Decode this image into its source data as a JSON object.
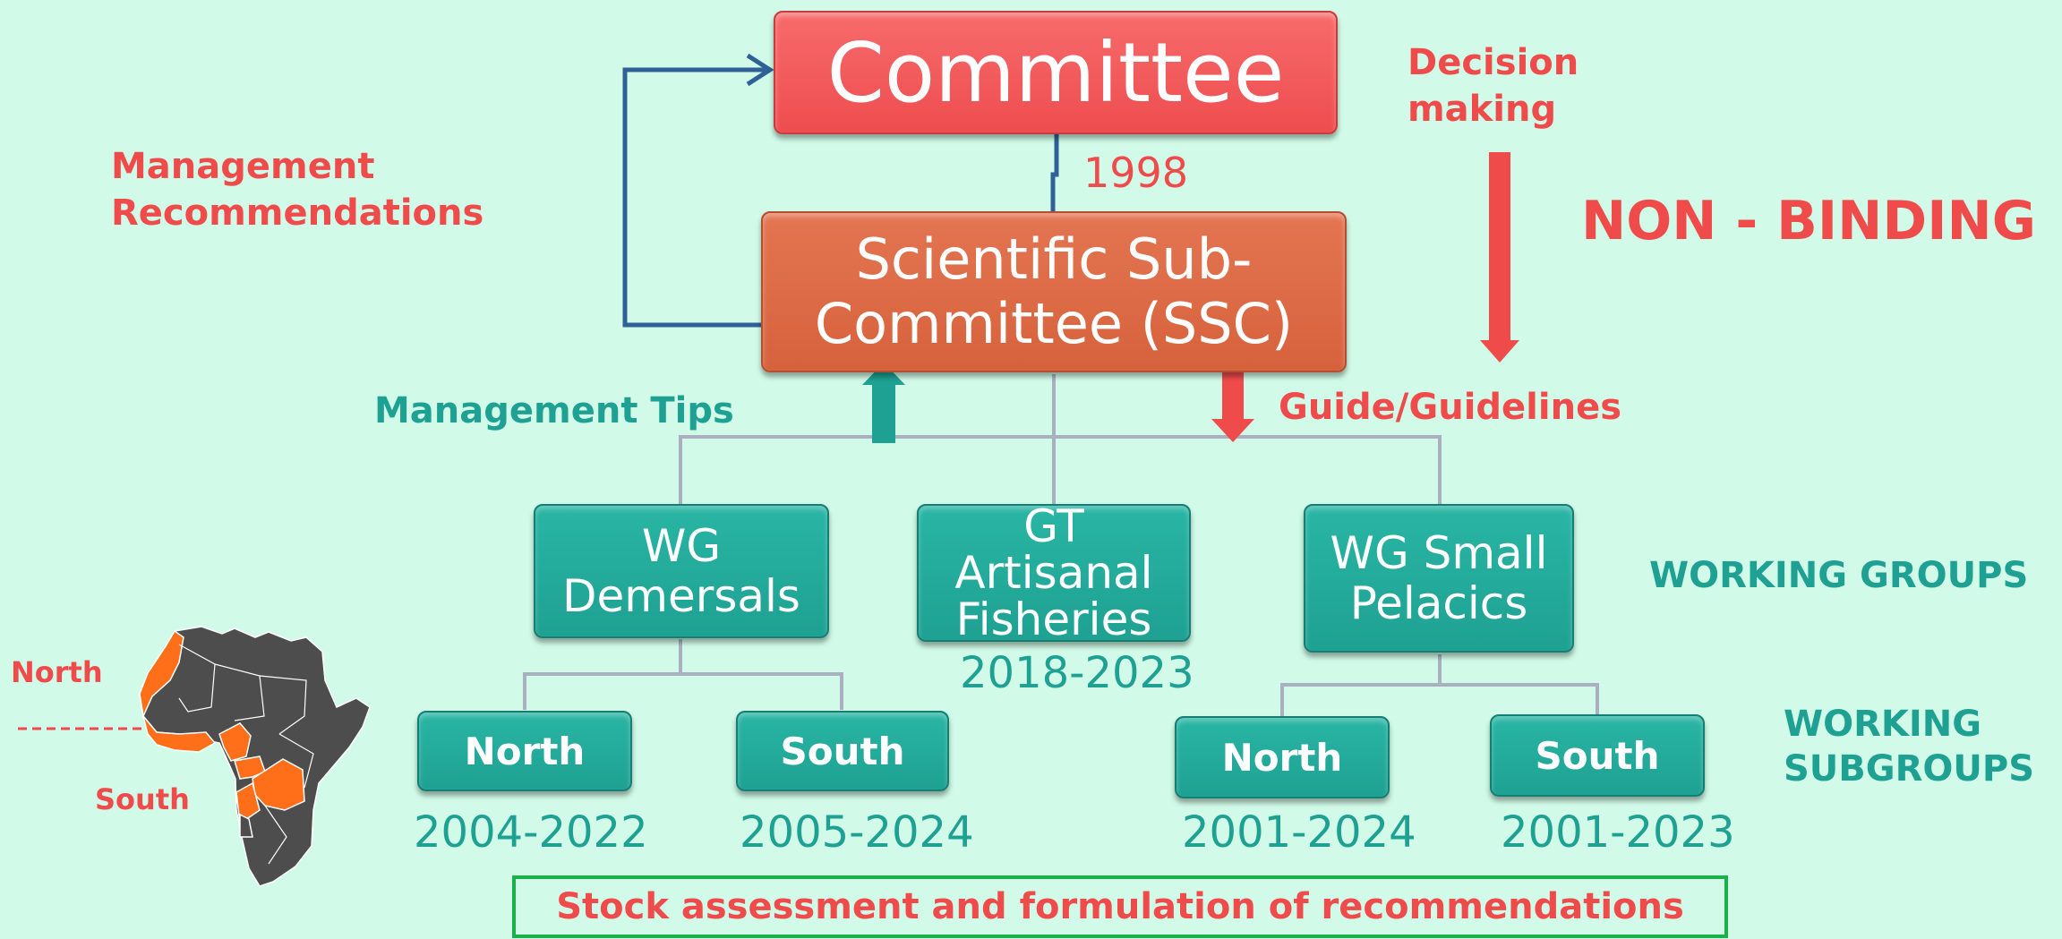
{
  "colors": {
    "background": "#d1fbe8",
    "committee": "#f05a5a",
    "ssc": "#dc6944",
    "teal": "#1ea192",
    "red_text": "#ef4b4b",
    "connector_gray": "#aab0bf",
    "feedback_blue": "#2f6096",
    "map_dark": "#4d4d4d",
    "map_highlight": "#ff6f1a",
    "bottom_border": "#1ab04a"
  },
  "committee": {
    "label": "Committee",
    "year": "1998"
  },
  "ssc": {
    "line1": "Scientific Sub-",
    "line2": "Committee (SSC)"
  },
  "labels": {
    "decision_line1": "Decision",
    "decision_line2": "making",
    "non_binding": "NON - BINDING",
    "mgmt_rec_line1": "Management",
    "mgmt_rec_line2": "Recommendations",
    "mgmt_tips": "Management Tips",
    "guide": "Guide/Guidelines",
    "working_groups": "WORKING GROUPS",
    "working_subgroups_line1": "WORKING",
    "working_subgroups_line2": "SUBGROUPS"
  },
  "wg_demersals": {
    "line1": "WG",
    "line2": "Demersals"
  },
  "gt_artisanal": {
    "line1": "GT",
    "line2": "Artisanal",
    "line3": "Fisheries",
    "years": "2018-2023"
  },
  "wg_small_pelagics": {
    "line1": "WG Small",
    "line2": "Pelacics"
  },
  "subgroups": {
    "dem_north": {
      "label": "North",
      "years": "2004-2022"
    },
    "dem_south": {
      "label": "South",
      "years": "2005-2024"
    },
    "pel_north": {
      "label": "North",
      "years": "2001-2024"
    },
    "pel_south": {
      "label": "South",
      "years": "2001-2023"
    }
  },
  "map": {
    "north_label": "North",
    "south_label": "South"
  },
  "bottom_banner": "Stock assessment and formulation of recommendations"
}
